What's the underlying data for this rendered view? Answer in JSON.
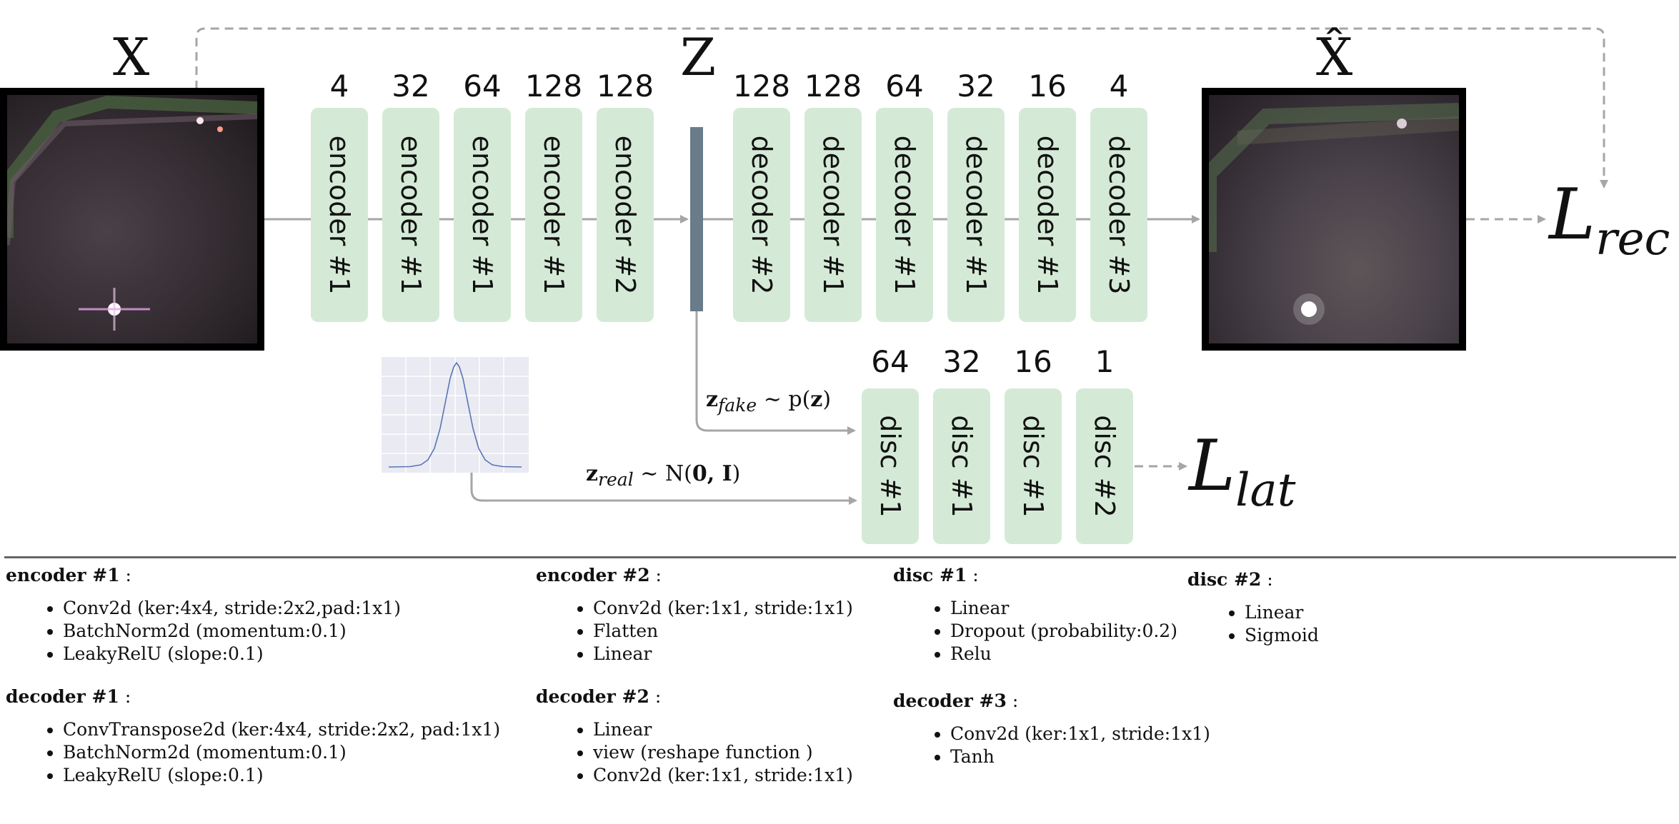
{
  "diagram": {
    "labels": {
      "x": "X",
      "z": "Z",
      "x_hat": "X̂"
    },
    "encoder_blocks": [
      {
        "name": "encoder #1",
        "size": "4"
      },
      {
        "name": "encoder #1",
        "size": "32"
      },
      {
        "name": "encoder #1",
        "size": "64"
      },
      {
        "name": "encoder #1",
        "size": "128"
      },
      {
        "name": "encoder #2",
        "size": "128"
      }
    ],
    "decoder_blocks": [
      {
        "name": "decoder #2",
        "size": "128"
      },
      {
        "name": "decoder #1",
        "size": "128"
      },
      {
        "name": "decoder #1",
        "size": "64"
      },
      {
        "name": "decoder #1",
        "size": "32"
      },
      {
        "name": "decoder #1",
        "size": "16"
      },
      {
        "name": "decoder #3",
        "size": "4"
      }
    ],
    "disc_blocks": [
      {
        "name": "disc #1",
        "size": "64"
      },
      {
        "name": "disc #1",
        "size": "32"
      },
      {
        "name": "disc #1",
        "size": "16"
      },
      {
        "name": "disc #2",
        "size": "1"
      }
    ],
    "losses": {
      "rec_base": "L",
      "rec_sub": "rec",
      "lat_base": "L",
      "lat_sub": "lat"
    },
    "z_fake": {
      "var": "z",
      "sub": "fake",
      "rest": " ∼ p(",
      "arg": "z",
      "close": ")"
    },
    "z_real": {
      "var": "z",
      "sub": "real",
      "rest": " ∼ N(",
      "arg": "0, I",
      "close": ")"
    },
    "colors": {
      "block": "#d5ead6",
      "arrow": "#a6a6a6",
      "latent": "#6a7b8a"
    }
  },
  "legend": {
    "encoder1": {
      "title": "encoder #1",
      "items": [
        "Conv2d (ker:4x4, stride:2x2,pad:1x1)",
        "BatchNorm2d (momentum:0.1)",
        "LeakyRelU (slope:0.1)"
      ]
    },
    "decoder1": {
      "title": "decoder #1",
      "items": [
        "ConvTranspose2d (ker:4x4, stride:2x2, pad:1x1)",
        "BatchNorm2d (momentum:0.1)",
        "LeakyRelU (slope:0.1)"
      ]
    },
    "encoder2": {
      "title": "encoder #2",
      "items": [
        "Conv2d (ker:1x1, stride:1x1)",
        "Flatten",
        "Linear"
      ]
    },
    "decoder2": {
      "title": "decoder #2",
      "items": [
        "Linear",
        "view (reshape function )",
        "Conv2d (ker:1x1, stride:1x1)"
      ]
    },
    "disc1": {
      "title": "disc #1",
      "items": [
        "Linear",
        "Dropout (probability:0.2)",
        "Relu"
      ]
    },
    "decoder3": {
      "title": "decoder #3",
      "items": [
        "Conv2d (ker:1x1, stride:1x1)",
        "Tanh"
      ]
    },
    "disc2": {
      "title": "disc #2",
      "items": [
        "Linear",
        "Sigmoid"
      ]
    }
  }
}
